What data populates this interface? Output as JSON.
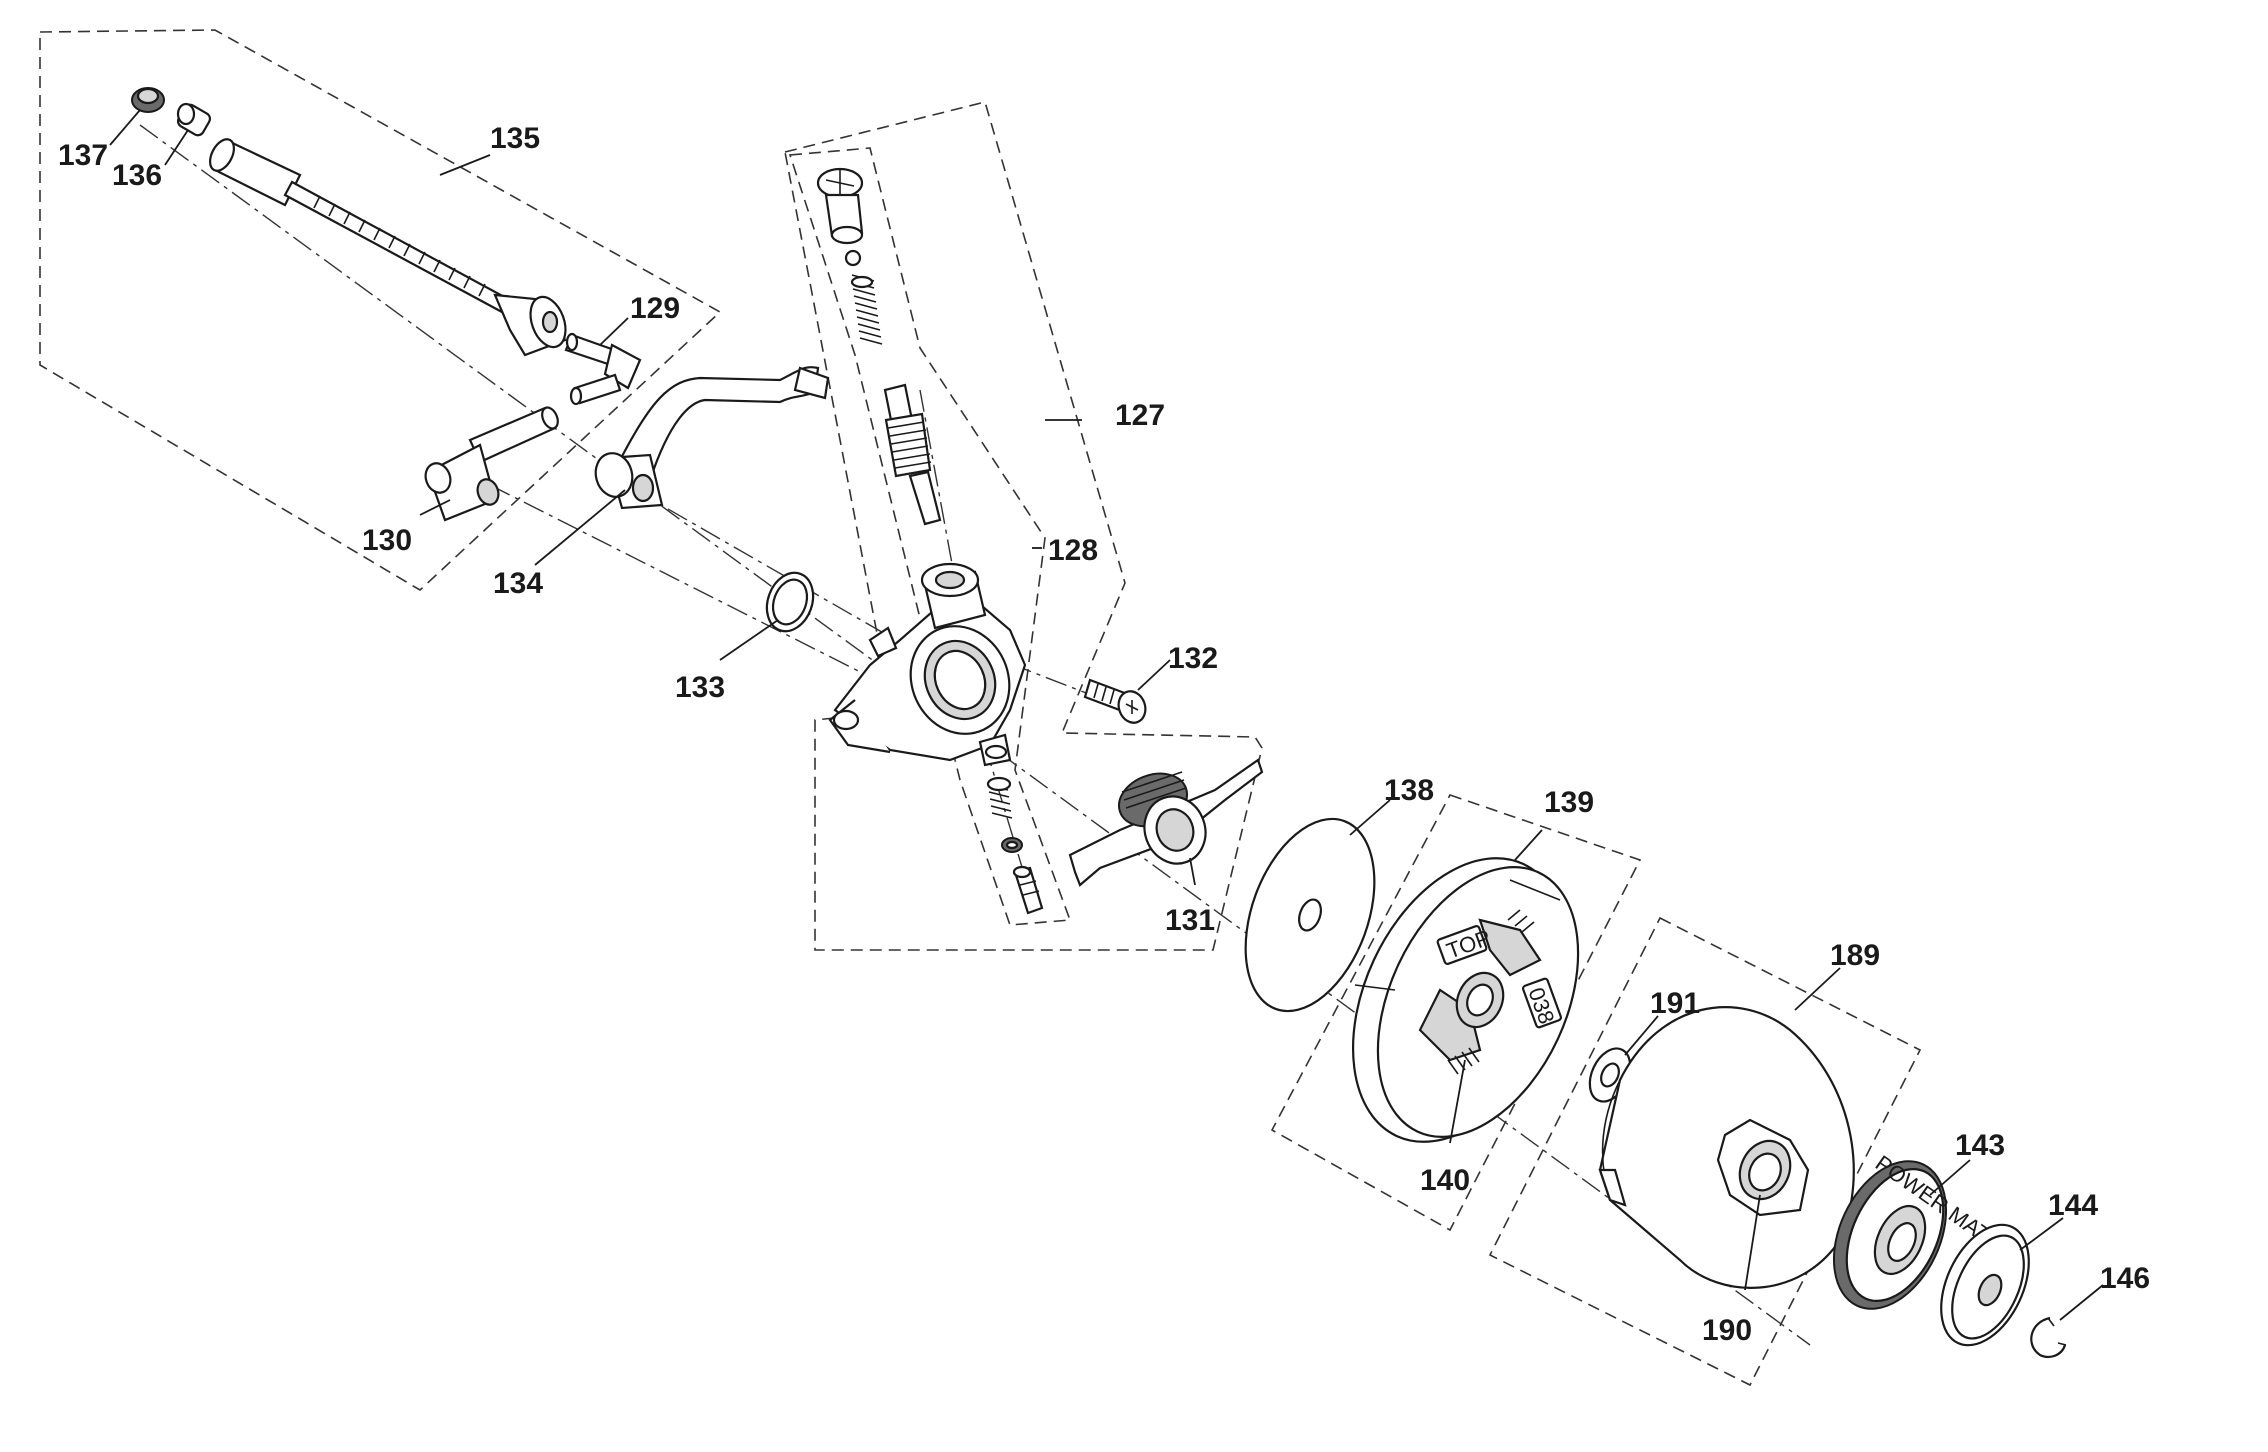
{
  "diagram": {
    "callouts": {
      "p127": "127",
      "p128": "128",
      "p129": "129",
      "p130": "130",
      "p131": "131",
      "p132": "132",
      "p133": "133",
      "p134": "134",
      "p135": "135",
      "p136": "136",
      "p137": "137",
      "p138": "138",
      "p139": "139",
      "p140": "140",
      "p143": "143",
      "p144": "144",
      "p146": "146",
      "p189": "189",
      "p190": "190",
      "p191": "191"
    },
    "part_markings": {
      "clutch_top": "TOP",
      "clutch_code": "038",
      "sprocket_brand": "POWER MATE"
    }
  }
}
